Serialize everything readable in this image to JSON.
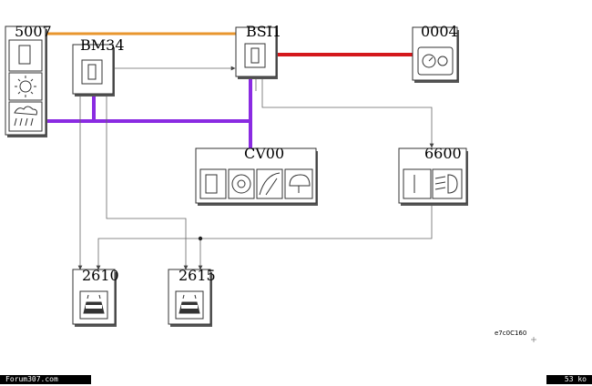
{
  "nodes": {
    "n5007": "5007",
    "bm34": "BM34",
    "bsi1": "BSI1",
    "n0004": "0004",
    "cv00": "CV00",
    "n6600": "6600",
    "n2610": "2610",
    "n2615": "2615"
  },
  "diagram_code": "e7c0C160",
  "footer": {
    "left": "Forum307.com",
    "right": "53 ko"
  },
  "colors": {
    "orange": "#e8962e",
    "red": "#d4181c",
    "purple": "#8a2be2"
  }
}
